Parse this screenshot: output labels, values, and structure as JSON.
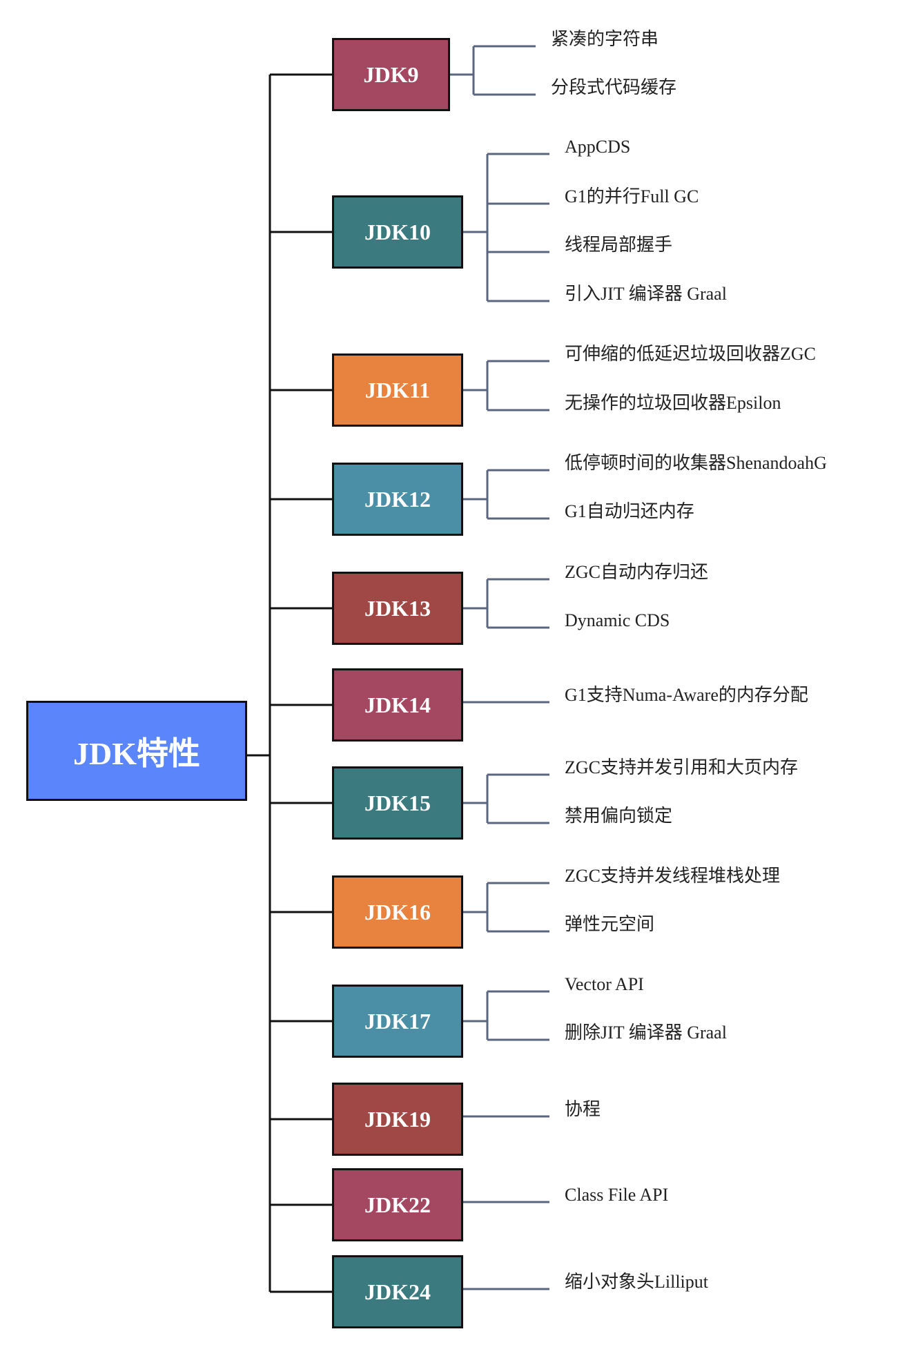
{
  "root": {
    "label": "JDK特性",
    "color": "#5b86fb"
  },
  "line_colors": {
    "trunk": "#111111",
    "branch": "#5a6680"
  },
  "versions": [
    {
      "label": "JDK9",
      "color": "#a44862",
      "features": [
        "紧凑的字符串",
        "分段式代码缓存"
      ]
    },
    {
      "label": "JDK10",
      "color": "#3b7a7e",
      "features": [
        "AppCDS",
        "G1的并行Full GC",
        "线程局部握手",
        "引入JIT 编译器 Graal"
      ]
    },
    {
      "label": "JDK11",
      "color": "#e8823f",
      "features": [
        "可伸缩的低延迟垃圾回收器ZGC",
        "无操作的垃圾回收器Epsilon"
      ]
    },
    {
      "label": "JDK12",
      "color": "#4a8fa6",
      "features": [
        "低停顿时间的收集器ShenandoahG",
        "G1自动归还内存"
      ]
    },
    {
      "label": "JDK13",
      "color": "#a04846",
      "features": [
        "ZGC自动内存归还",
        "Dynamic CDS"
      ]
    },
    {
      "label": "JDK14",
      "color": "#a44862",
      "features": [
        "G1支持Numa-Aware的内存分配"
      ]
    },
    {
      "label": "JDK15",
      "color": "#3b7a7e",
      "features": [
        "ZGC支持并发引用和大页内存",
        "禁用偏向锁定"
      ]
    },
    {
      "label": "JDK16",
      "color": "#e8823f",
      "features": [
        "ZGC支持并发线程堆栈处理",
        "弹性元空间"
      ]
    },
    {
      "label": "JDK17",
      "color": "#4a8fa6",
      "features": [
        "Vector API",
        "删除JIT 编译器 Graal"
      ]
    },
    {
      "label": "JDK19",
      "color": "#a04846",
      "features": [
        "协程"
      ]
    },
    {
      "label": "JDK22",
      "color": "#a44862",
      "features": [
        "Class File API"
      ]
    },
    {
      "label": "JDK24",
      "color": "#3b7a7e",
      "features": [
        "缩小对象头Lilliput"
      ]
    }
  ]
}
